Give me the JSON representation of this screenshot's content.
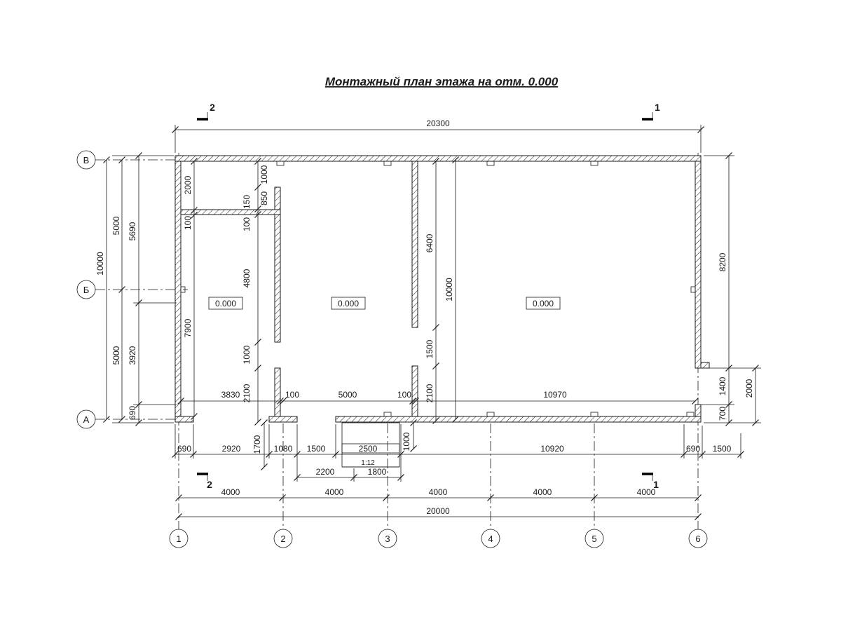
{
  "title": "Монтажный план этажа на отм. 0.000",
  "axis_labels": {
    "row_top": "В",
    "row_mid": "Б",
    "row_bottom": "А",
    "col_1": "1",
    "col_2": "2",
    "col_3": "3",
    "col_4": "4",
    "col_5": "5",
    "col_6": "6"
  },
  "section_marks": {
    "top_left": "2",
    "top_right": "1",
    "bottom_left": "2",
    "bottom_right": "1"
  },
  "elevations": {
    "room1": "0.000",
    "room2": "0.000",
    "room3": "0.000"
  },
  "dims": {
    "top_overall": "20300",
    "left_total": "10000",
    "left_upper": "5000",
    "left_lower": "5000",
    "left_seg_top": "5690",
    "left_seg_mid": "3920",
    "left_seg_bot": "690",
    "room1_height": "2000",
    "room1_wall": "100",
    "room1_lower": "7900",
    "w1_opening_top": "1000",
    "w1_seg_top": "850",
    "w1_gap": "150",
    "w1_wall_thk": "100",
    "w1_seg_mid": "4800",
    "w1_door": "1000",
    "w1_seg_bot": "2100",
    "w2_seg_top": "6400",
    "w2_opening": "1500",
    "w2_seg_bot": "2100",
    "mid_total": "10000",
    "floor_seg1": "3830",
    "floor_thk1": "100",
    "floor_seg2": "5000",
    "floor_thk2": "100",
    "floor_seg3": "10970",
    "right_seg_top": "8200",
    "right_opening": "1400",
    "right_opening_full": "2000",
    "right_seg_bot": "700",
    "b1_1": "690",
    "b1_2": "2920",
    "b1_3": "1080",
    "b1_4": "1500",
    "b1_5": "2500",
    "b1_6": "10920",
    "b1_7": "690",
    "b1_8": "1500",
    "porch_depth": "1700",
    "ramp_len": "1000",
    "ramp_slope": "1:12",
    "b2_1": "2200",
    "b2_2": "1800",
    "spacing_1": "4000",
    "spacing_2": "4000",
    "spacing_3": "4000",
    "spacing_4": "4000",
    "spacing_5": "4000",
    "bottom_overall": "20000"
  }
}
